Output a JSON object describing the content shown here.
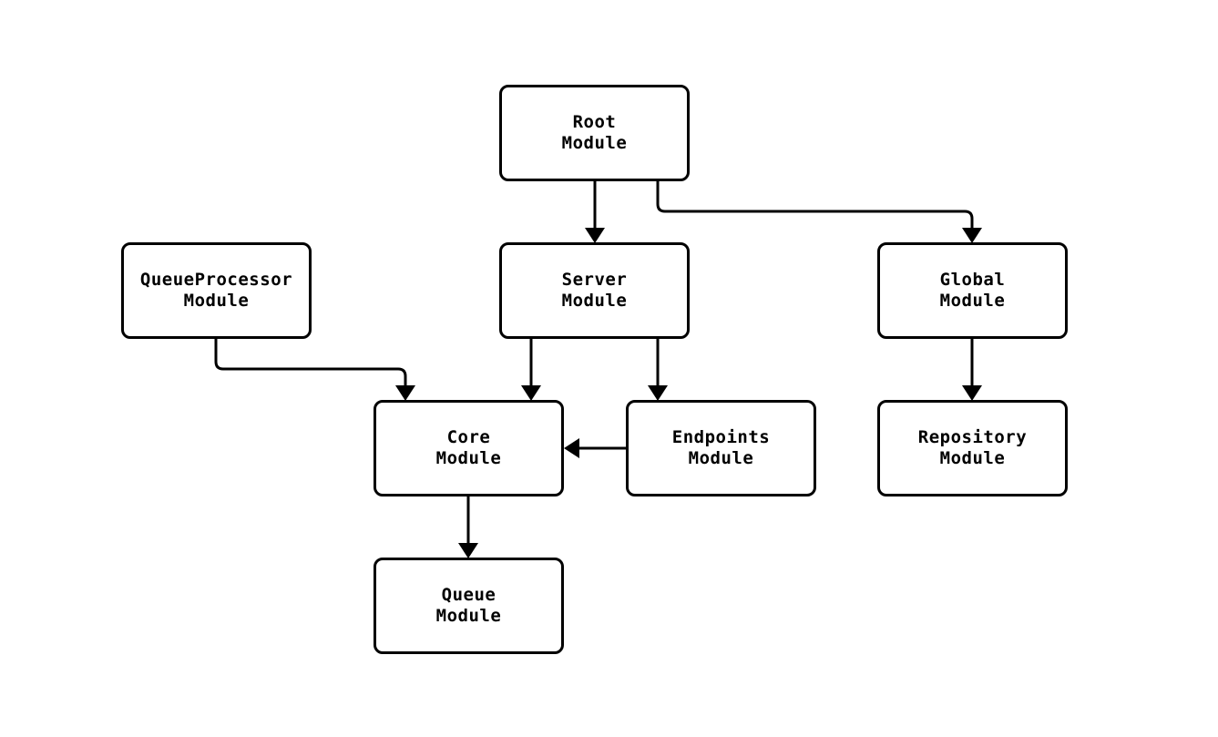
{
  "diagram": {
    "type": "module-dependency-graph",
    "background_color": "#ffffff",
    "node_fill_color": "#ffffff",
    "node_border_color": "#000000",
    "edge_color": "#000000",
    "text_color": "#000000"
  },
  "nodes": [
    {
      "id": "root",
      "line1": "Root",
      "line2": "Module"
    },
    {
      "id": "queueprocessor",
      "line1": "QueueProcessor",
      "line2": "Module"
    },
    {
      "id": "server",
      "line1": "Server",
      "line2": "Module"
    },
    {
      "id": "global",
      "line1": "Global",
      "line2": "Module"
    },
    {
      "id": "core",
      "line1": "Core",
      "line2": "Module"
    },
    {
      "id": "endpoints",
      "line1": "Endpoints",
      "line2": "Module"
    },
    {
      "id": "repository",
      "line1": "Repository",
      "line2": "Module"
    },
    {
      "id": "queue",
      "line1": "Queue",
      "line2": "Module"
    }
  ],
  "edges": [
    {
      "from": "Root Module",
      "to": "Server Module"
    },
    {
      "from": "Root Module",
      "to": "Global Module"
    },
    {
      "from": "QueueProcessor Module",
      "to": "Core Module"
    },
    {
      "from": "Server Module",
      "to": "Core Module"
    },
    {
      "from": "Server Module",
      "to": "Endpoints Module"
    },
    {
      "from": "Endpoints Module",
      "to": "Core Module"
    },
    {
      "from": "Global Module",
      "to": "Repository Module"
    },
    {
      "from": "Core Module",
      "to": "Queue Module"
    }
  ]
}
